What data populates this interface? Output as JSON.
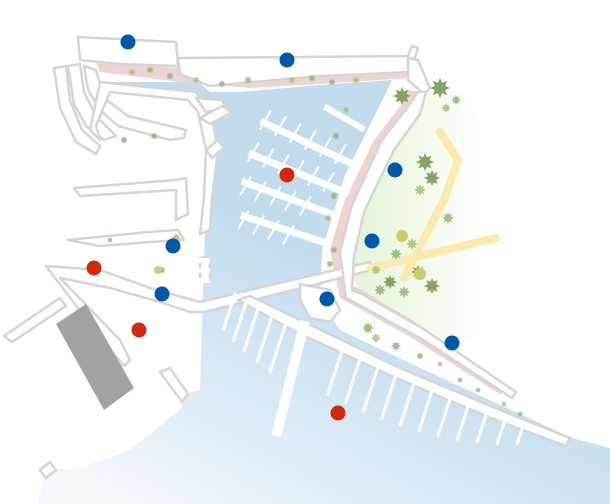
{
  "map": {
    "colors": {
      "water_light": "#f4f8fc",
      "water_dark": "#c2dcee",
      "quay_outline": "#d5d5d5",
      "quay_fill": "#ffffff",
      "promenade": "#ecd4d4",
      "green_area": "#e3f3d6",
      "path": "#fbeab0",
      "building": "#9ea3a3",
      "tree_dark": "#7a9a55",
      "tree_light": "#a9c070",
      "shrub": "#8fb774",
      "pontoon": "#ffffff"
    },
    "marker_colors": {
      "blue": "#0058a6",
      "red": "#cf2a0f"
    },
    "markers": [
      {
        "id": "blue-1",
        "color": "blue"
      },
      {
        "id": "blue-2",
        "color": "blue"
      },
      {
        "id": "blue-3",
        "color": "blue"
      },
      {
        "id": "blue-4",
        "color": "blue"
      },
      {
        "id": "blue-5",
        "color": "blue"
      },
      {
        "id": "blue-6",
        "color": "blue"
      },
      {
        "id": "blue-7",
        "color": "blue"
      },
      {
        "id": "blue-8",
        "color": "blue"
      },
      {
        "id": "red-1",
        "color": "red"
      },
      {
        "id": "red-2",
        "color": "red"
      },
      {
        "id": "red-3",
        "color": "red"
      },
      {
        "id": "red-4",
        "color": "red"
      }
    ]
  }
}
